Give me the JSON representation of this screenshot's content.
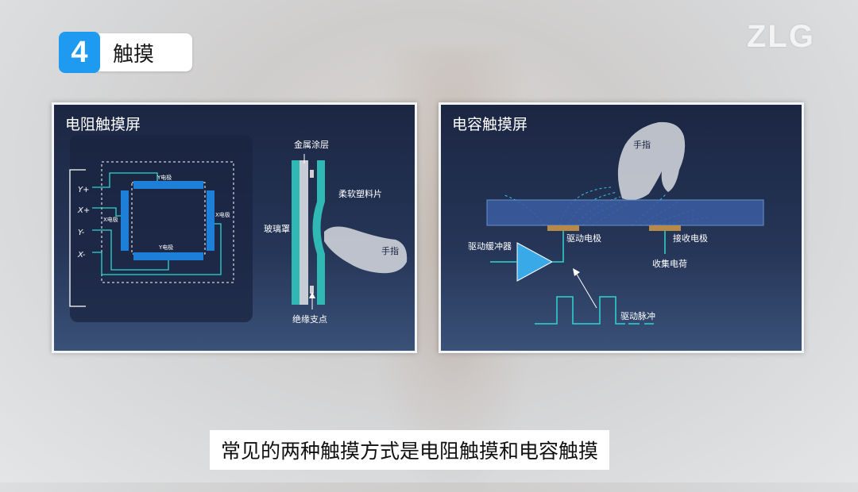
{
  "header": {
    "step_number": "4",
    "title": "触摸",
    "logo": "ZLG"
  },
  "resistive": {
    "title": "电阻触摸屏",
    "y_plus": "Y+",
    "x_plus": "X+",
    "y_minus": "Y-",
    "x_minus": "X-",
    "y_electrode_top": "Y电极",
    "y_electrode_bottom": "Y电极",
    "x_electrode_left": "X电极",
    "x_electrode_right": "X电极",
    "metal_coating": "金属涂层",
    "flexible_plastic": "柔软塑料片",
    "glass_cover": "玻璃罩",
    "finger": "手指",
    "insulating_support": "绝缘支点"
  },
  "capacitive": {
    "title": "电容触摸屏",
    "finger": "手指",
    "drive_buffer": "驱动缓冲器",
    "drive_electrode": "驱动电极",
    "receive_electrode": "接收电极",
    "collect_charge": "收集电荷",
    "drive_pulse": "驱动脉冲"
  },
  "caption": "常见的两种触摸方式是电阻触摸和电容触摸",
  "colors": {
    "accent": "#1e9bf0",
    "cyan": "#2fd6d0",
    "electrode_blue": "#1e7fd8"
  }
}
